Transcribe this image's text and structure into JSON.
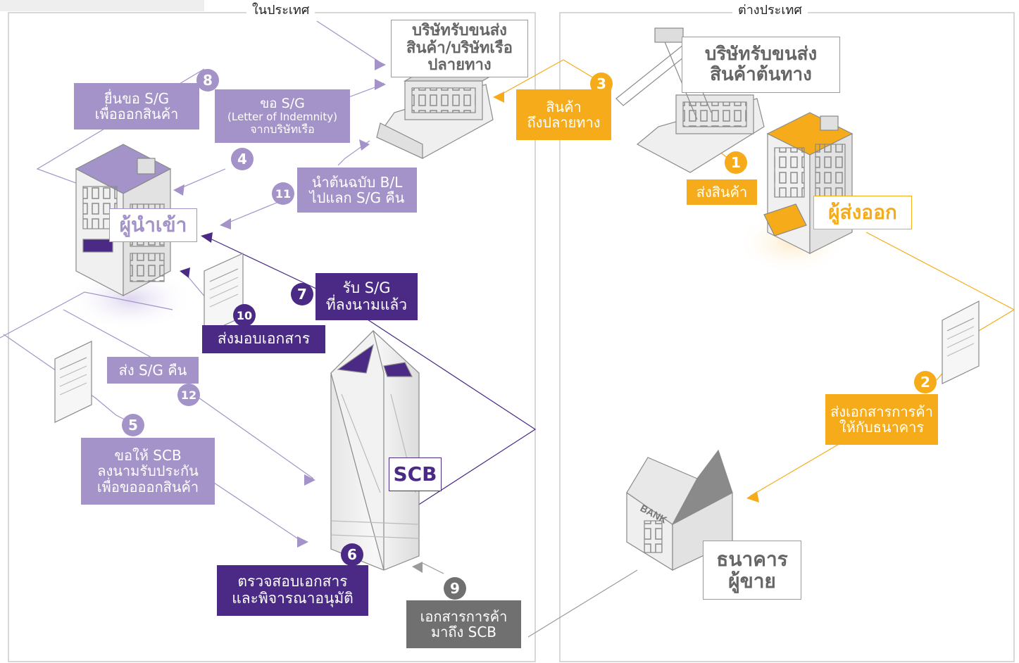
{
  "regions": {
    "domestic": "ในประเทศ",
    "foreign": "ต่างประเทศ"
  },
  "entities": {
    "dest_shipper": [
      "บริษัทรับขนส่ง",
      "สินค้า/บริษัทเรือ",
      "ปลายทาง"
    ],
    "origin_shipper": [
      "บริษัทรับขนส่ง",
      "สินค้าต้นทาง"
    ],
    "importer": "ผู้นำเข้า",
    "exporter": "ผู้ส่งออก",
    "scb": "SCB",
    "seller_bank": [
      "ธนาคาร",
      "ผู้ขาย"
    ],
    "bank_sign": "BANK"
  },
  "steps": [
    {
      "num": "1",
      "lines": [
        "ส่งสินค้า"
      ]
    },
    {
      "num": "2",
      "lines": [
        "ส่งเอกสารการค้า",
        "ให้กับธนาคาร"
      ]
    },
    {
      "num": "3",
      "lines": [
        "สินค้า",
        "ถึงปลายทาง"
      ]
    },
    {
      "num": "4",
      "lines": [
        "ขอ S/G",
        "(Letter of Indemnity)",
        "จากบริษัทเรือ"
      ]
    },
    {
      "num": "5",
      "lines": [
        "ขอให้ SCB",
        "ลงนามรับประกัน",
        "เพื่อขอออกสินค้า"
      ]
    },
    {
      "num": "6",
      "lines": [
        "ตรวจสอบเอกสาร",
        "และพิจารณาอนุมัติ"
      ]
    },
    {
      "num": "7",
      "lines": [
        "รับ S/G",
        "ที่ลงนามแล้ว"
      ]
    },
    {
      "num": "8",
      "lines": [
        "ยื่นขอ S/G",
        "เพื่อออกสินค้า"
      ]
    },
    {
      "num": "9",
      "lines": [
        "เอกสารการค้า",
        "มาถึง SCB"
      ]
    },
    {
      "num": "10",
      "lines": [
        "ส่งมอบเอกสาร"
      ]
    },
    {
      "num": "11",
      "lines": [
        "นำต้นฉบับ B/L",
        "ไปแลก S/G คืน"
      ]
    },
    {
      "num": "12",
      "lines": [
        "ส่ง S/G คืน"
      ]
    }
  ],
  "colors": {
    "lavender": "#a493c8",
    "dark_purple": "#4a2a85",
    "gold": "#f6ac1a",
    "gray": "#707070",
    "line": "#c8c8c8"
  }
}
